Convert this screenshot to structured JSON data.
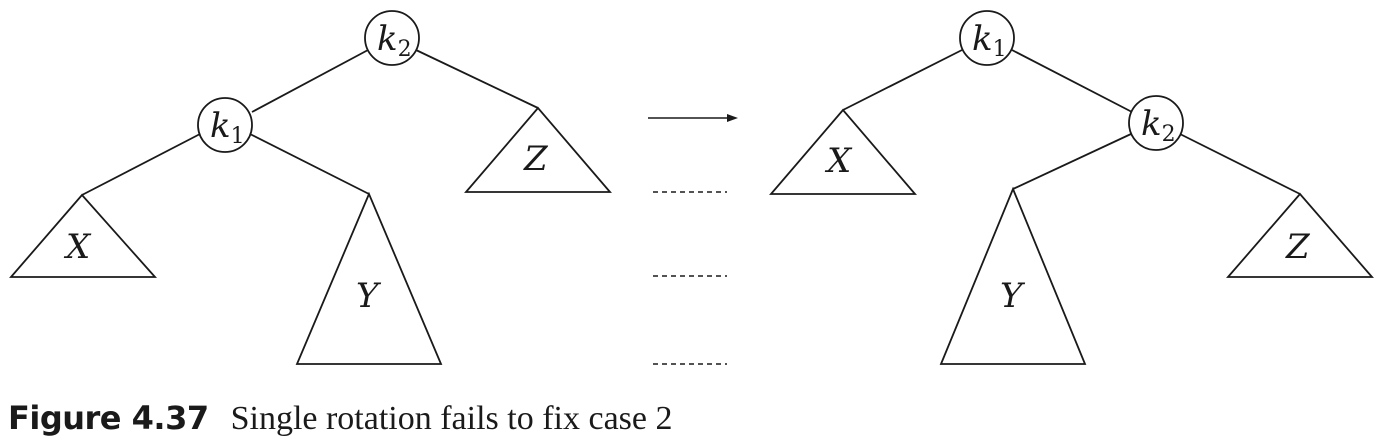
{
  "figure": {
    "number_label": "Figure 4.37",
    "caption_text": "Single rotation fails to fix case 2"
  },
  "before_tree": {
    "nodes": [
      {
        "letter": "k",
        "sub": "2"
      },
      {
        "letter": "k",
        "sub": "1"
      }
    ],
    "subtrees": [
      "X",
      "Y",
      "Z"
    ]
  },
  "after_tree": {
    "nodes": [
      {
        "letter": "k",
        "sub": "1"
      },
      {
        "letter": "k",
        "sub": "2"
      }
    ],
    "subtrees": [
      "X",
      "Y",
      "Z"
    ]
  },
  "colors": {
    "ink": "#1a1a1a",
    "background": "#ffffff"
  }
}
